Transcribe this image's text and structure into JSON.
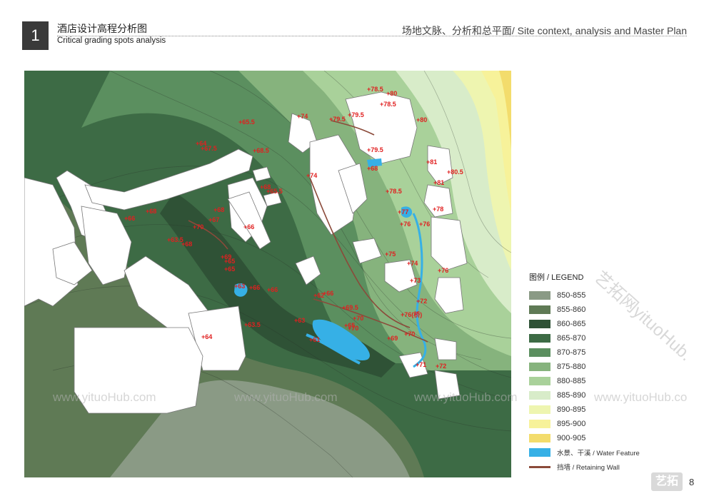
{
  "header": {
    "number": "1",
    "title_cn": "酒店设计高程分析图",
    "title_en": "Critical grading spots analysis",
    "section": "场地文脉、分析和总平面/  Site context, analysis and Master Plan"
  },
  "map": {
    "spot_elevations": [
      "+78.5",
      "+80",
      "+78.5",
      "+74",
      "+79.5",
      "+79.5",
      "+80",
      "+81",
      "+80.5",
      "+81",
      "+78.5",
      "+74",
      "+79.5",
      "+77",
      "+76",
      "+76",
      "+78",
      "+75",
      "+74",
      "+73",
      "+76",
      "+72",
      "+76(桥)",
      "+70",
      "+71",
      "+72",
      "+69",
      "+70",
      "+66",
      "+69.5",
      "+70",
      "+65",
      "+68",
      "+64",
      "+65.5",
      "+68.5",
      "+67.5",
      "+65.5",
      "+66",
      "+68",
      "+67",
      "+70",
      "+69",
      "+68",
      "+68",
      "+65",
      "+63",
      "+66",
      "+64",
      "+63.5",
      "+66",
      "+65",
      "+63",
      "+61",
      "+62",
      "+63.5",
      "+68",
      "+66"
    ],
    "watermark_text": "www.yituoHub.com"
  },
  "legend": {
    "title": "图例  / LEGEND",
    "items": [
      {
        "label": "850-855",
        "color": "#8a9a85"
      },
      {
        "label": "855-860",
        "color": "#5f7a55"
      },
      {
        "label": "860-865",
        "color": "#2f5236"
      },
      {
        "label": "865-870",
        "color": "#3d6b45"
      },
      {
        "label": "870-875",
        "color": "#5b8f5f"
      },
      {
        "label": "875-880",
        "color": "#86b37d"
      },
      {
        "label": "880-885",
        "color": "#a9d19a"
      },
      {
        "label": "885-890",
        "color": "#d8ecc9"
      },
      {
        "label": "890-895",
        "color": "#eef5b0"
      },
      {
        "label": "895-900",
        "color": "#f7f29a"
      },
      {
        "label": "900-905",
        "color": "#f3dc6c"
      },
      {
        "label": "水景、干溪 / Water Feature",
        "color": "#36b0e6"
      },
      {
        "label": "挡墙 / Retaining Wall",
        "color": "#8b4a3a"
      }
    ]
  },
  "watermarks": {
    "left": "www.yituoHub.com",
    "center": "www.yituoHub.com",
    "right": "www.yituoHub.com",
    "far_right": "www.yituoHub.co",
    "diagonal": "艺拓网yituoHub."
  },
  "footer": {
    "page": "8",
    "logo": "艺拓"
  }
}
